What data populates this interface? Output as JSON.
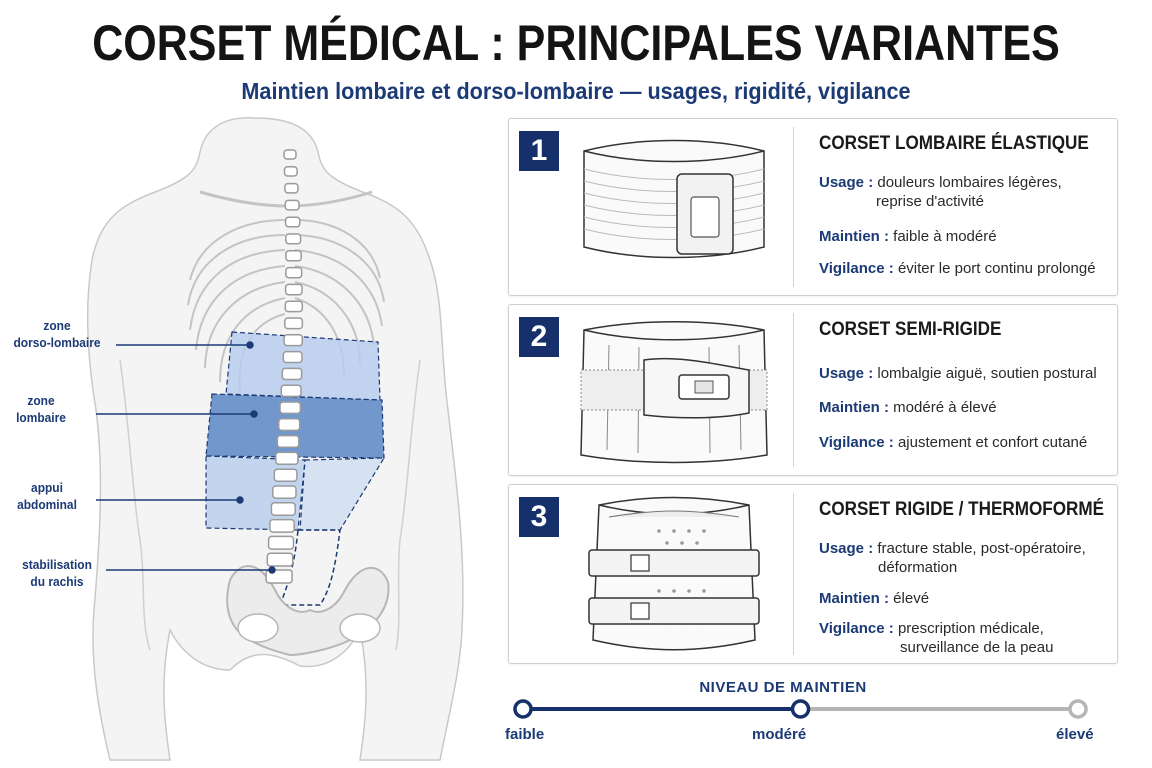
{
  "title": "CORSET MÉDICAL : PRINCIPALES VARIANTES",
  "subtitle": "Maintien lombaire et dorso-lombaire — usages, rigidité, vigilance",
  "anatomy": {
    "labels": [
      {
        "line1": "zone",
        "line2": "dorso-lombaire"
      },
      {
        "line1": "zone",
        "line2": "lombaire"
      },
      {
        "line1": "appui",
        "line2": "abdominal"
      },
      {
        "line1": "stabilisation",
        "line2": "du rachis"
      }
    ]
  },
  "variants": [
    {
      "number": "1",
      "name": "CORSET LOMBAIRE ÉLASTIQUE",
      "usage_key": "Usage :",
      "usage_line1": "douleurs lombaires légères,",
      "usage_line2": "reprise d'activité",
      "maintien_key": "Maintien :",
      "maintien": "faible à modéré",
      "vigilance_key": "Vigilance :",
      "vigilance_line1": "éviter le port continu prolongé",
      "vigilance_line2": ""
    },
    {
      "number": "2",
      "name": "CORSET SEMI-RIGIDE",
      "usage_key": "Usage :",
      "usage_line1": "lombalgie aiguë, soutien postural",
      "usage_line2": "",
      "maintien_key": "Maintien :",
      "maintien": "modéré à élevé",
      "vigilance_key": "Vigilance :",
      "vigilance_line1": "ajustement et confort cutané",
      "vigilance_line2": ""
    },
    {
      "number": "3",
      "name": "CORSET RIGIDE / THERMOFORMÉ",
      "usage_key": "Usage :",
      "usage_line1": "fracture stable, post-opératoire,",
      "usage_line2": "déformation",
      "maintien_key": "Maintien :",
      "maintien": "élevé",
      "vigilance_key": "Vigilance :",
      "vigilance_line1": "prescription médicale,",
      "vigilance_line2": "surveillance de la peau"
    }
  ],
  "scale": {
    "title": "NIVEAU DE MAINTIEN",
    "labels": [
      "faible",
      "modéré",
      "élevé"
    ],
    "level": 0.5
  },
  "colors": {
    "navy": "#15306b",
    "label_blue": "#1c3a75",
    "zone_light": "#b7cdec",
    "zone_mid": "#5b86c4",
    "grey_track": "#b5b5b5"
  },
  "icons": [
    "spine-illustration",
    "elastic-belt-illustration",
    "semi-rigid-brace-illustration",
    "rigid-brace-illustration"
  ]
}
